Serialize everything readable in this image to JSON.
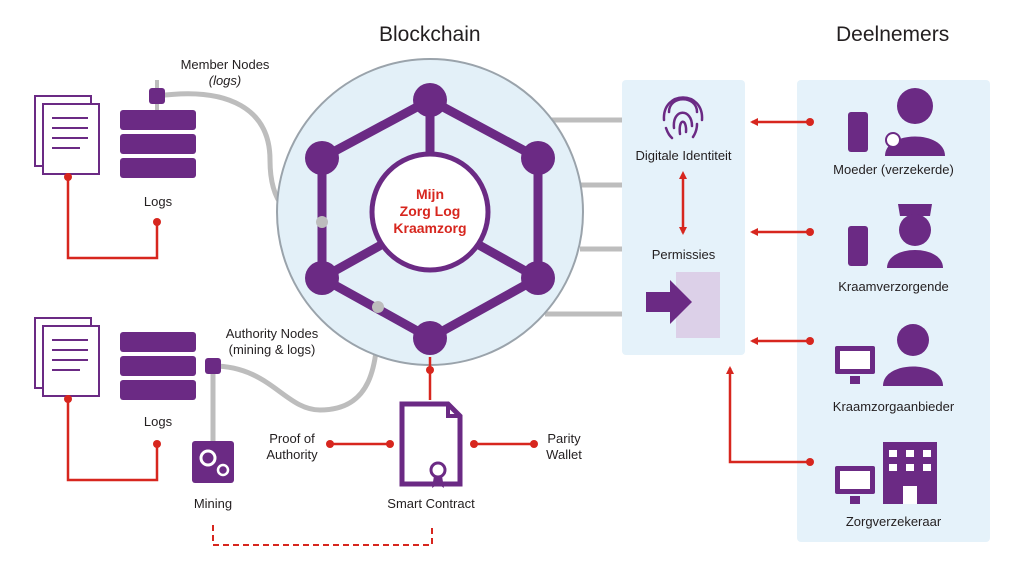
{
  "headers": {
    "blockchain": "Blockchain",
    "participants": "Deelnemers"
  },
  "hub": {
    "line1": "Mijn",
    "line2": "Zorg Log",
    "line3": "Kraamzorg"
  },
  "left": {
    "member_nodes": "Member Nodes",
    "member_nodes_sub": "(logs)",
    "logs_top": "Logs",
    "logs_bottom": "Logs",
    "authority_nodes": "Authority Nodes",
    "authority_nodes_sub": "(mining & logs)",
    "mining": "Mining",
    "proof_line1": "Proof of",
    "proof_line2": "Authority",
    "smart_contract": "Smart Contract",
    "parity_line1": "Parity",
    "parity_line2": "Wallet"
  },
  "identity": {
    "digital_identity": "Digitale Identiteit",
    "permissions": "Permissies"
  },
  "participants": [
    {
      "label": "Moeder (verzekerde)",
      "icon": "mother-phone-icon"
    },
    {
      "label": "Kraamverzorgende",
      "icon": "nurse-phone-icon"
    },
    {
      "label": "Kraamzorgaanbieder",
      "icon": "provider-computer-icon"
    },
    {
      "label": "Zorgverzekeraar",
      "icon": "insurer-computer-icon"
    }
  ],
  "colors": {
    "purple": "#6b2a84",
    "red": "#d7261e",
    "light_blue": "#e5f2fa",
    "hub_fill": "#e3f0f8",
    "grey": "#bdbdbd",
    "lavender": "#dcd0e8"
  }
}
